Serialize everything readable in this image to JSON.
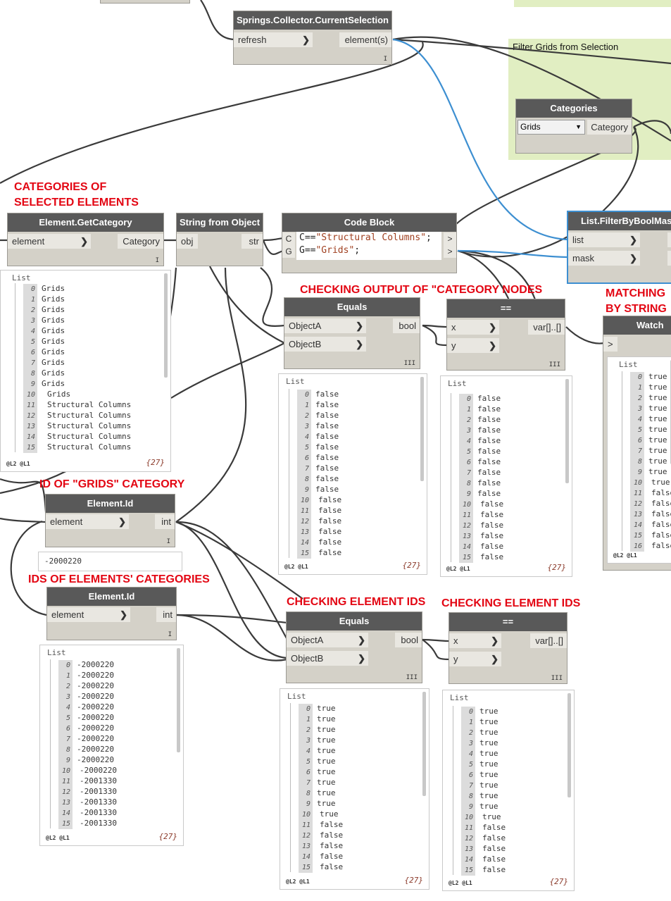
{
  "group": {
    "title": "Filter Grids from Selection"
  },
  "notes": {
    "categories_selected_1": "CATEGORIES OF",
    "categories_selected_2": "SELECTED ELEMENTS",
    "checking_output": "CHECKING OUTPUT OF \"CATEGORY NODES",
    "matching_1": "MATCHING",
    "matching_2": "BY STRING",
    "id_grids": "ID OF \"GRIDS\" CATEGORY",
    "ids_elements": "IDS OF ELEMENTS' CATEGORIES",
    "checking_ids_1": "CHECKING ELEMENT IDS",
    "checking_ids_2": "CHECKING ELEMENT IDS"
  },
  "nodes": {
    "springs": {
      "title": "Springs.Collector.CurrentSelection",
      "in": "refresh",
      "out": "element(s)",
      "lacing": "I"
    },
    "categories": {
      "title": "Categories",
      "dropdown": "Grids",
      "out": "Category"
    },
    "get_category": {
      "title": "Element.GetCategory",
      "in": "element",
      "out": "Category",
      "lacing": "I"
    },
    "string_obj": {
      "title": "String from Object",
      "in": "obj",
      "out": "str"
    },
    "code_block": {
      "title": "Code Block",
      "in1": "C",
      "in2": "G",
      "line1_var": "C==",
      "line1_str": "\"Structural Columns\"",
      "line1_end": ";",
      "line2_var": "G==",
      "line2_str": "\"Grids\"",
      "line2_end": ";",
      "out1": ">",
      "out2": ">"
    },
    "filter_bool": {
      "title": "List.FilterByBoolMask",
      "in1": "list",
      "in2": "mask"
    },
    "equals1": {
      "title": "Equals",
      "in1": "ObjectA",
      "in2": "ObjectB",
      "out": "bool",
      "lacing": "III"
    },
    "eqop1": {
      "title": "==",
      "in1": "x",
      "in2": "y",
      "out": "var[]..[]",
      "lacing": "III"
    },
    "watch": {
      "title": "Watch",
      "in": ">"
    },
    "element_id1": {
      "title": "Element.Id",
      "in": "element",
      "out": "int",
      "lacing": "I",
      "value": "-2000220"
    },
    "element_id2": {
      "title": "Element.Id",
      "in": "element",
      "out": "int",
      "lacing": "I"
    },
    "equals2": {
      "title": "Equals",
      "in1": "ObjectA",
      "in2": "ObjectB",
      "out": "bool",
      "lacing": "III"
    },
    "eqop2": {
      "title": "==",
      "in1": "x",
      "in2": "y",
      "out": "var[]..[]",
      "lacing": "III"
    }
  },
  "previews": {
    "get_category": {
      "title": "List",
      "levels": "@L2 @L1",
      "count": "{27}",
      "items": [
        "Grids",
        "Grids",
        "Grids",
        "Grids",
        "Grids",
        "Grids",
        "Grids",
        "Grids",
        "Grids",
        "Grids",
        "Grids",
        "Structural Columns",
        "Structural Columns",
        "Structural Columns",
        "Structural Columns",
        "Structural Columns"
      ]
    },
    "equals1": {
      "title": "List",
      "levels": "@L2 @L1",
      "count": "{27}",
      "items": [
        "false",
        "false",
        "false",
        "false",
        "false",
        "false",
        "false",
        "false",
        "false",
        "false",
        "false",
        "false",
        "false",
        "false",
        "false",
        "false"
      ]
    },
    "eqop1": {
      "title": "List",
      "levels": "@L2 @L1",
      "count": "{27}",
      "items": [
        "false",
        "false",
        "false",
        "false",
        "false",
        "false",
        "false",
        "false",
        "false",
        "false",
        "false",
        "false",
        "false",
        "false",
        "false",
        "false"
      ]
    },
    "watch": {
      "title": "List",
      "levels": "@L2 @L1",
      "count": "",
      "items": [
        "true",
        "true",
        "true",
        "true",
        "true",
        "true",
        "true",
        "true",
        "true",
        "true",
        "true",
        "false",
        "false",
        "false",
        "false",
        "false",
        "false"
      ]
    },
    "element_id2": {
      "title": "List",
      "levels": "@L2 @L1",
      "count": "{27}",
      "items": [
        "-2000220",
        "-2000220",
        "-2000220",
        "-2000220",
        "-2000220",
        "-2000220",
        "-2000220",
        "-2000220",
        "-2000220",
        "-2000220",
        "-2000220",
        "-2001330",
        "-2001330",
        "-2001330",
        "-2001330",
        "-2001330"
      ]
    },
    "equals2": {
      "title": "List",
      "levels": "@L2 @L1",
      "count": "{27}",
      "items": [
        "true",
        "true",
        "true",
        "true",
        "true",
        "true",
        "true",
        "true",
        "true",
        "true",
        "true",
        "false",
        "false",
        "false",
        "false",
        "false"
      ]
    },
    "eqop2": {
      "title": "List",
      "levels": "@L2 @L1",
      "count": "{27}",
      "items": [
        "true",
        "true",
        "true",
        "true",
        "true",
        "true",
        "true",
        "true",
        "true",
        "true",
        "true",
        "false",
        "false",
        "false",
        "false",
        "false"
      ]
    }
  },
  "colors": {
    "wire": "#3a3a3a",
    "selected_wire": "#3d8fd1",
    "node_header": "#595959",
    "node_body": "#d4d1c8",
    "group_bg": "#e1eec2",
    "note_red": "#e30613"
  }
}
